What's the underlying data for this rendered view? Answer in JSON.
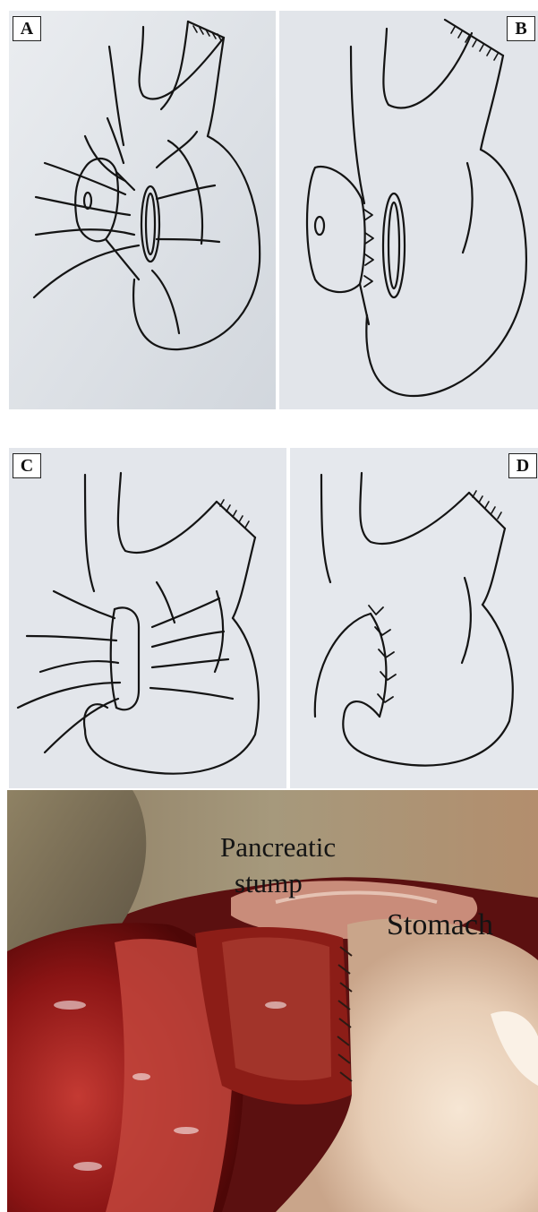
{
  "panels": [
    {
      "id": "A",
      "label": "A"
    },
    {
      "id": "B",
      "label": "B"
    },
    {
      "id": "C",
      "label": "C"
    },
    {
      "id": "D",
      "label": "D"
    }
  ],
  "photo": {
    "labels": {
      "pancreatic_line1": "Pancreatic",
      "pancreatic_line2": "stump",
      "stomach": "Stomach"
    }
  },
  "colors": {
    "paper_top": "#dfe3e8",
    "paper_bottom": "#e6e9ee",
    "ink": "#141414",
    "tissue_dark": "#6e0d0d",
    "tissue_red": "#b21f1f",
    "stomach_tone": "#e9d2bc"
  }
}
